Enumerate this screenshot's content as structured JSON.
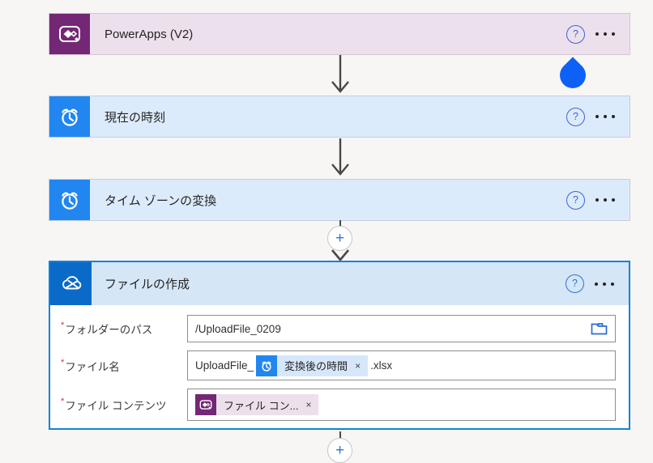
{
  "colors": {
    "powerapps_purple": "#742774",
    "powerapps_header_bg": "#ece0ec",
    "datetime_blue": "#2186f0",
    "datetime_header_bg": "#dcebfb",
    "onedrive_blue": "#0a6ac8",
    "onedrive_header_bg": "#d5e6f7",
    "selected_card_border": "#1183d8",
    "token_blue_bg": "#d6e7fb",
    "token_purple_bg": "#ece0ec",
    "touch_cursor_blue": "#0e61f6",
    "required_red": "#d13438",
    "help_icon_blue": "#3f62d6"
  },
  "icons": {
    "help": "?",
    "plus": "+",
    "close": "×"
  },
  "trigger": {
    "title": "PowerApps (V2)"
  },
  "actions": [
    {
      "title": "現在の時刻"
    },
    {
      "title": "タイム ゾーンの変換"
    }
  ],
  "create_file": {
    "title": "ファイルの作成",
    "fields": [
      {
        "required": "*",
        "label": "フォルダーのパス",
        "value": "/UploadFile_0209"
      },
      {
        "required": "*",
        "label": "ファイル名",
        "prefix": "UploadFile_",
        "token_label": "変換後の時間",
        "token_close": "×",
        "suffix": ".xlsx"
      },
      {
        "required": "*",
        "label": "ファイル コンテンツ",
        "token_label": "ファイル コン...",
        "token_close": "×"
      }
    ]
  }
}
